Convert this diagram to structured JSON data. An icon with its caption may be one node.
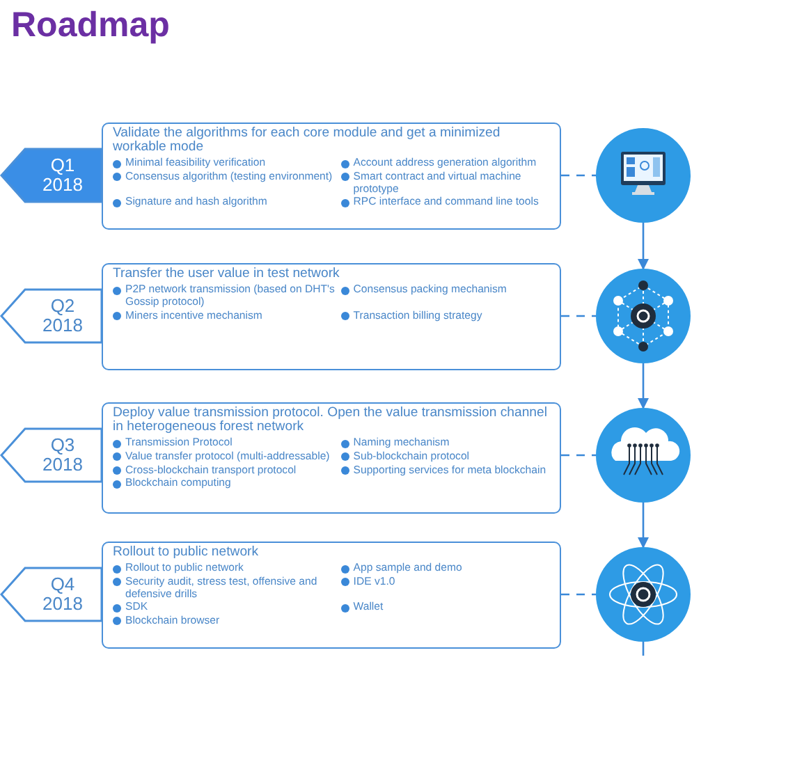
{
  "diagram": {
    "title": "Roadmap",
    "nodes": [
      {
        "text": [
          "Q1 2018"
        ]
      },
      {
        "text": [
          "Validate the algorithms for each core module and get a minimized workable mode",
          "Minimal feasibility verification",
          "Account address generation algorithm",
          "Consensus algorithm (testing environment)",
          "Smart contract and virtual machine prototype",
          "Signature and hash algorithm",
          "RPC interface and command line tools"
        ]
      },
      {
        "text": [],
        "shape": "circle"
      },
      {
        "text": [
          "Q2 2018"
        ]
      },
      {
        "text": [
          "Transfer the user value in test network",
          "P2P network transmission (based on DHT's Gossip protocol)",
          "Consensus packing mechanism",
          "Miners incentive mechanism",
          "Transaction billing strategy"
        ]
      },
      {
        "text": [],
        "shape": "circle"
      },
      {
        "text": [
          "Q3 2018"
        ]
      },
      {
        "text": [
          "Deploy value transmission protocol. Open the value transmission channel in heterogeneous forest network",
          "Transmission Protocol",
          "Naming mechanism",
          "Value transfer protocol (multi-addressable)",
          "Sub-blockchain protocol",
          "Cross-blockchain transport protocol",
          "Supporting services for meta blockchain",
          "Blockchain computing"
        ]
      },
      {
        "text": [],
        "shape": "circle"
      },
      {
        "text": [
          "Q4 2018"
        ]
      },
      {
        "text": [
          "Rollout to public network",
          "Rollout to public network",
          "App sample and demo",
          "Security audit, stress test, offensive and defensive drills",
          "IDE v1.0",
          "SDK",
          "Wallet",
          "Blockchain browser"
        ]
      },
      {
        "text": [],
        "shape": "circle"
      }
    ],
    "edges": [
      {
        "from": 1,
        "to": 2,
        "arrow": "none",
        "style": "dashed"
      },
      {
        "from": 2,
        "to": 5,
        "arrow": "to"
      },
      {
        "from": 4,
        "to": 5,
        "arrow": "none",
        "style": "dashed"
      },
      {
        "from": 5,
        "to": 8,
        "arrow": "to"
      },
      {
        "from": 7,
        "to": 8,
        "arrow": "none",
        "style": "dashed"
      },
      {
        "from": 8,
        "to": 11,
        "arrow": "to"
      },
      {
        "from": 10,
        "to": 11,
        "arrow": "none",
        "style": "dashed"
      },
      {
        "from": 11,
        "to": null,
        "arrow": "none"
      }
    ]
  }
}
